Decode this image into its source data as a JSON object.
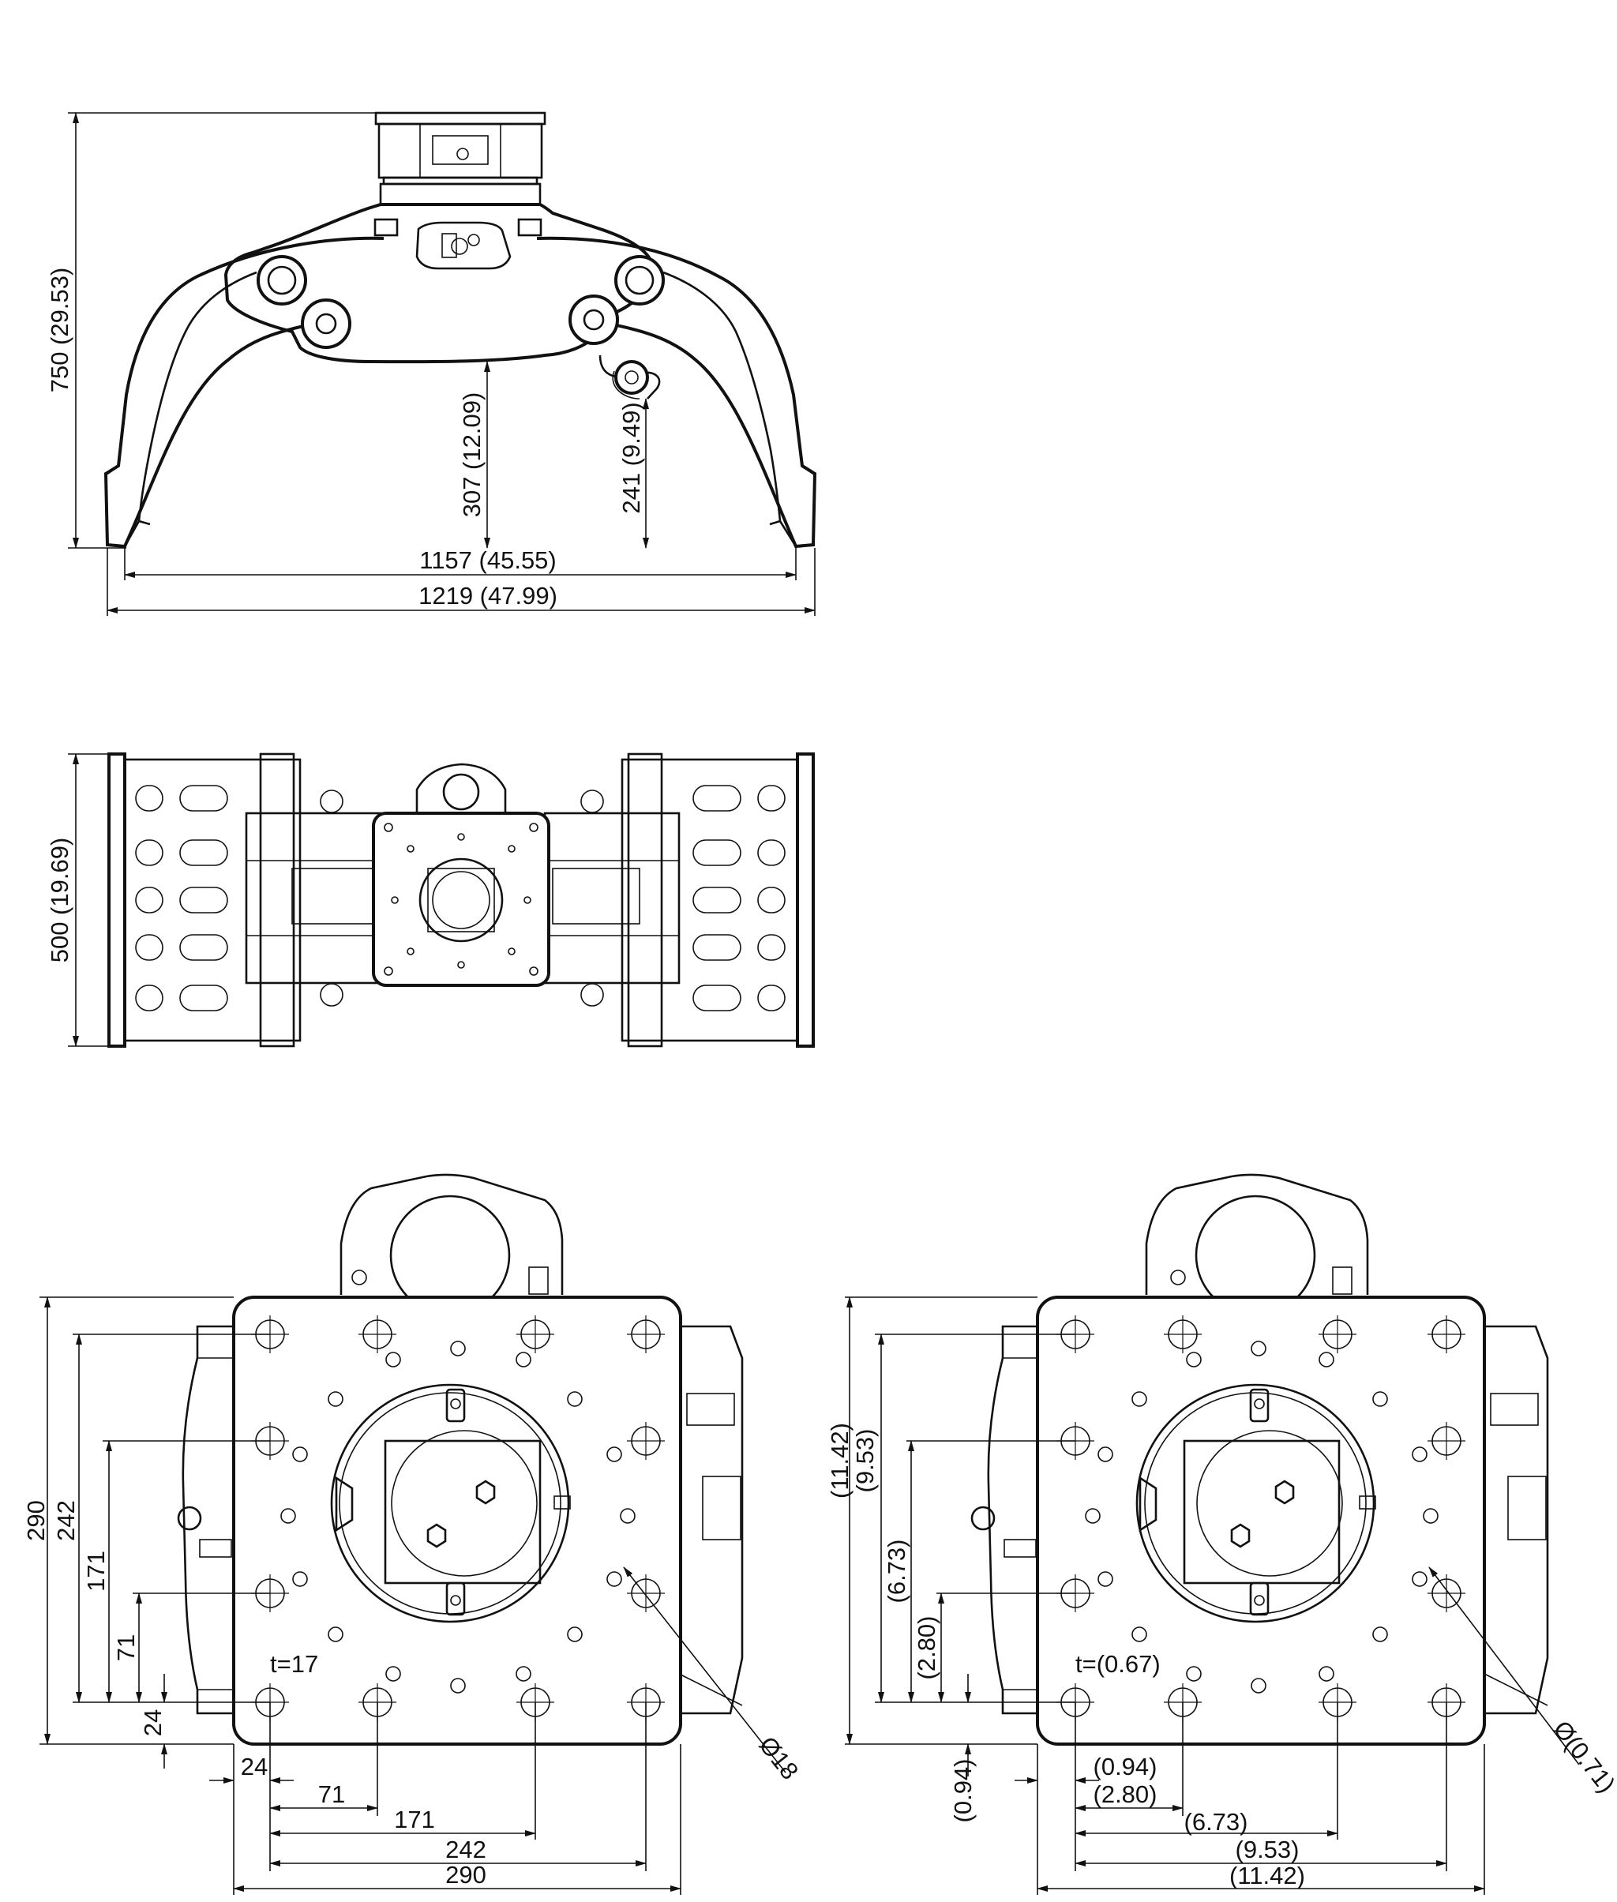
{
  "side_view": {
    "height": "750 (29.53)",
    "clearance_center": "307 (12.09)",
    "clearance_side": "241 (9.49)",
    "inner_width": "1157 (45.55)",
    "overall_width": "1219 (47.99)"
  },
  "top_view": {
    "height": "500 (19.69)"
  },
  "flange_metric": {
    "v_290": "290",
    "v_242": "242",
    "v_171": "171",
    "v_71": "71",
    "v_24": "24",
    "thickness": "t=17",
    "hole_dia": "Ø18",
    "h_24": "24",
    "h_71": "71",
    "h_171": "171",
    "h_242": "242",
    "h_290": "290"
  },
  "flange_imperial": {
    "v_290": "(11.42)",
    "v_242": "(9.53)",
    "v_171": "(6.73)",
    "v_71": "(2.80)",
    "v_24": "(0.94)",
    "thickness": "t=(0.67)",
    "hole_dia": "Ø(0.71)",
    "h_24": "(0.94)",
    "h_71": "(2.80)",
    "h_171": "(6.73)",
    "h_242": "(9.53)",
    "h_290": "(11.42)"
  },
  "colors": {
    "line": "#111111",
    "background": "#ffffff"
  }
}
